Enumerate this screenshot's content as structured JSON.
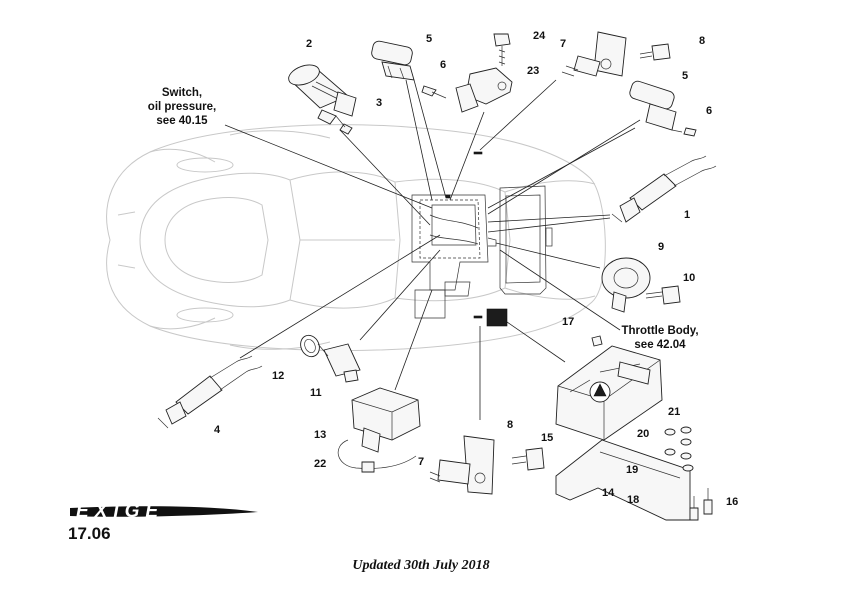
{
  "brand": "EXIGE",
  "page_number": "17.06",
  "update_note": "Updated 30th July 2018",
  "notes": {
    "oil_switch": [
      "Switch,",
      "oil pressure,",
      "see 40.15"
    ],
    "throttle": [
      "Throttle Body,",
      "see 42.04"
    ]
  },
  "callouts": [
    "1",
    "2",
    "3",
    "4",
    "5",
    "5",
    "6",
    "6",
    "7",
    "7",
    "8",
    "8",
    "9",
    "10",
    "11",
    "12",
    "13",
    "14",
    "15",
    "16",
    "17",
    "18",
    "19",
    "20",
    "21",
    "22",
    "23",
    "24"
  ]
}
